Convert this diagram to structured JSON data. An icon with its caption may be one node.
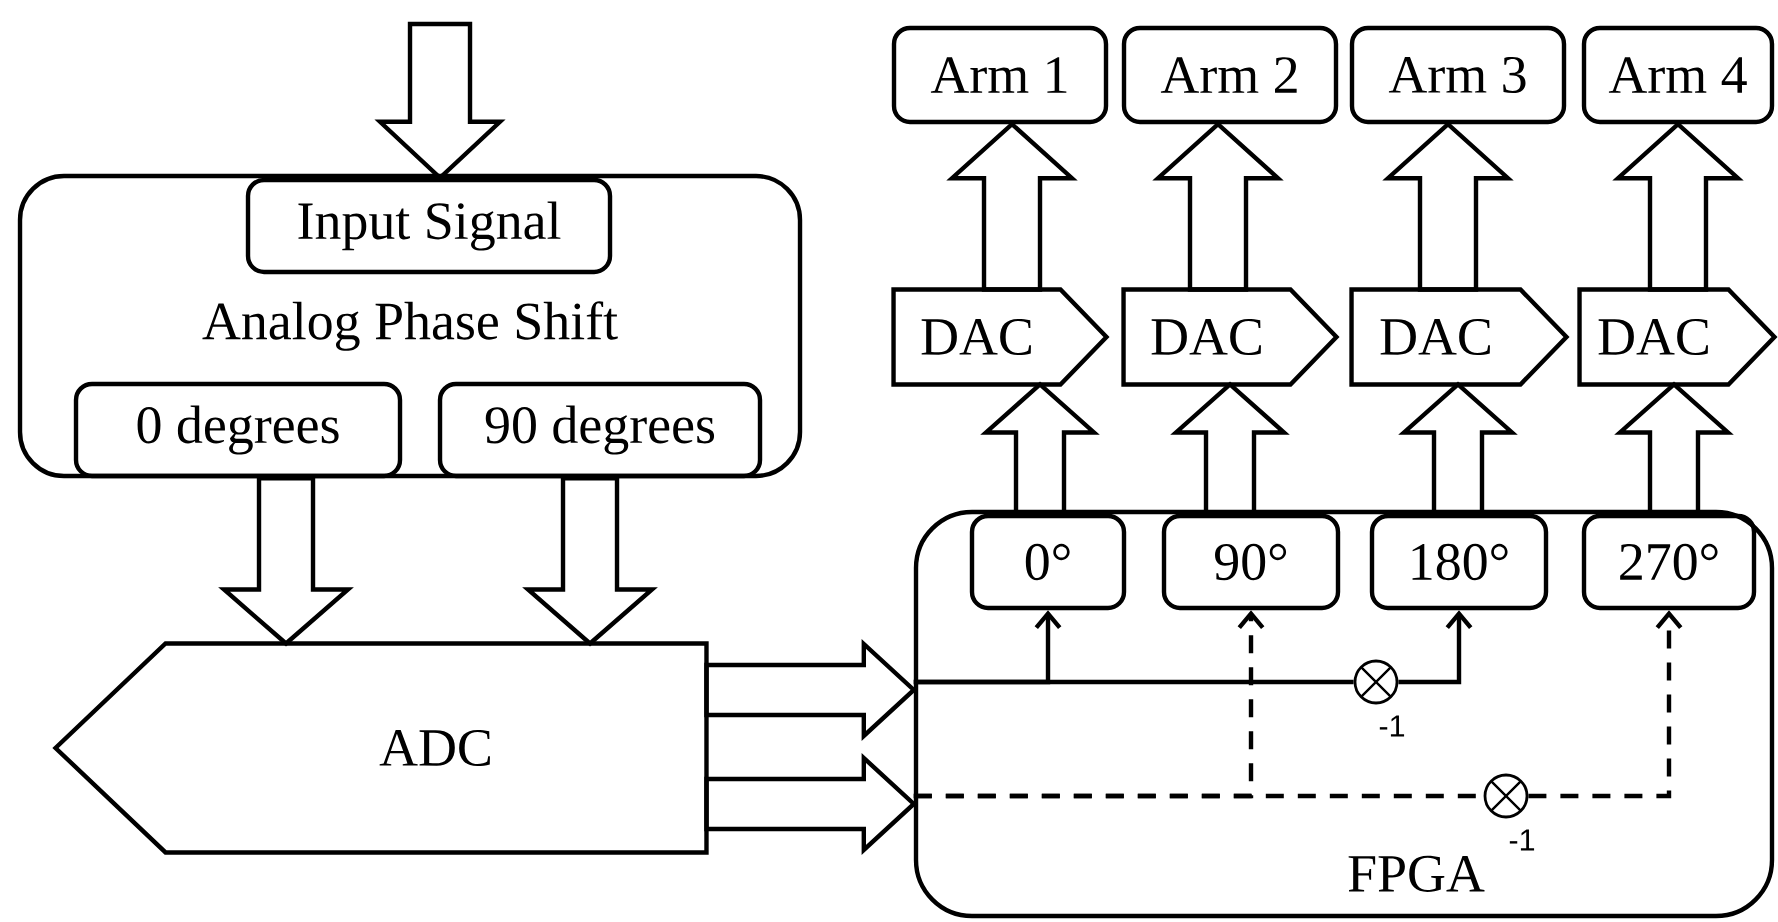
{
  "diagram": {
    "nodes": [
      {
        "text": [
          "Analog Phase Shift"
        ]
      },
      {
        "text": [
          "Input Signal"
        ],
        "in": 0
      },
      {
        "text": [
          "0 degrees"
        ],
        "in": 0
      },
      {
        "text": [
          "90 degrees"
        ],
        "in": 0
      },
      {
        "text": [
          "ADC"
        ]
      },
      {
        "text": [
          "Arm 1"
        ]
      },
      {
        "text": [
          "Arm 2"
        ]
      },
      {
        "text": [
          "Arm 3"
        ]
      },
      {
        "text": [
          "Arm 4"
        ]
      },
      {
        "text": [
          "DAC"
        ]
      },
      {
        "text": [
          "DAC"
        ]
      },
      {
        "text": [
          "DAC"
        ]
      },
      {
        "text": [
          "DAC"
        ]
      },
      {
        "text": [
          "FPGA"
        ]
      },
      {
        "text": [
          "0°"
        ],
        "in": 13
      },
      {
        "text": [
          "90°"
        ],
        "in": 13
      },
      {
        "text": [
          "180°"
        ],
        "in": 13
      },
      {
        "text": [
          "270°"
        ],
        "in": 13
      },
      {
        "text": [],
        "shape": "circle",
        "beside": [
          "-1"
        ],
        "in": 13
      },
      {
        "text": [],
        "shape": "circle",
        "beside": [
          "-1"
        ],
        "in": 13
      }
    ],
    "edges": [
      {
        "from": null,
        "to": 1,
        "arrow": "to"
      },
      {
        "from": 2,
        "to": 4,
        "arrow": "to"
      },
      {
        "from": 3,
        "to": 4,
        "arrow": "to"
      },
      {
        "from": 4,
        "to": 13,
        "arrow": "to"
      },
      {
        "from": 4,
        "to": 13,
        "arrow": "to"
      },
      {
        "from": 13,
        "to": 14,
        "arrow": "to"
      },
      {
        "from": 13,
        "to": 18,
        "arrow": "none"
      },
      {
        "from": 18,
        "to": 16,
        "arrow": "to"
      },
      {
        "from": 13,
        "to": 15,
        "arrow": "to",
        "style": "dashed"
      },
      {
        "from": 13,
        "to": 19,
        "arrow": "none",
        "style": "dashed"
      },
      {
        "from": 19,
        "to": 17,
        "arrow": "to",
        "style": "dashed"
      },
      {
        "from": 14,
        "to": 9,
        "arrow": "to"
      },
      {
        "from": 15,
        "to": 10,
        "arrow": "to"
      },
      {
        "from": 16,
        "to": 11,
        "arrow": "to"
      },
      {
        "from": 17,
        "to": 12,
        "arrow": "to"
      },
      {
        "from": 9,
        "to": 5,
        "arrow": "to"
      },
      {
        "from": 10,
        "to": 6,
        "arrow": "to"
      },
      {
        "from": 11,
        "to": 7,
        "arrow": "to"
      },
      {
        "from": 12,
        "to": 8,
        "arrow": "to"
      }
    ]
  }
}
